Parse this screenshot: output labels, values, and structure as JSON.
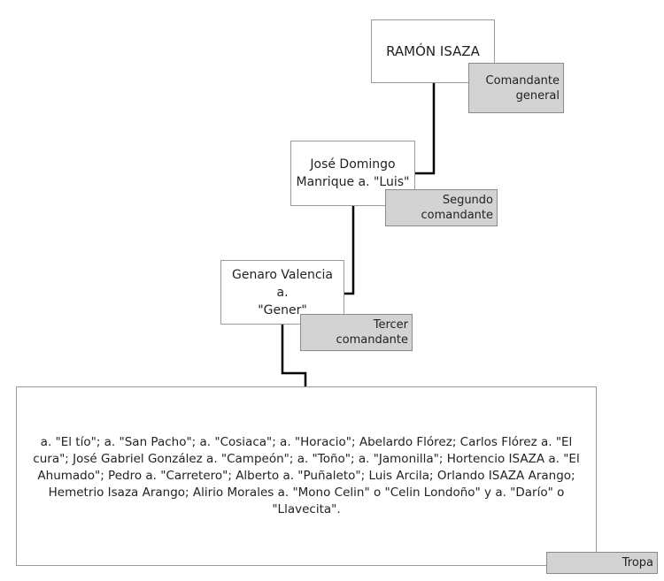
{
  "diagram": {
    "nodes": [
      {
        "id": "isaza",
        "name": "RAMÓN ISAZA",
        "role": "Comandante\ngeneral"
      },
      {
        "id": "luis",
        "name": "José Domingo\nManrique a. \"Luis\"",
        "role": "Segundo\ncomandante"
      },
      {
        "id": "gener",
        "name": "Genaro Valencia a.\n\"Gener\"",
        "role": "Tercer\ncomandante"
      },
      {
        "id": "tropa",
        "name": "a. \"El tío\"; a. \"San Pacho\"; a. \"Cosiaca\"; a. \"Horacio\"; Abelardo Flórez; Carlos Flórez a. \"El cura\"; José Gabriel González a. \"Campeón\"; a. \"Toño\"; a. \"Jamonilla\"; Hortencio ISAZA a. \"El Ahumado\"; Pedro a. \"Carretero\"; Alberto  a. \"Puñaleto\";  Luis  Arcila; Orlando ISAZA Arango; Hemetrio Isaza Arango; Alirio Morales a. \"Mono Celin\" o \"Celin Londoño\" y a. \"Darío\" o \"Llavecita\".",
        "role": "Tropa"
      }
    ],
    "edges": [
      {
        "from": "isaza",
        "to": "luis"
      },
      {
        "from": "luis",
        "to": "gener"
      },
      {
        "from": "gener",
        "to": "tropa"
      }
    ],
    "colors": {
      "node_fill": "#ffffff",
      "node_border": "#9a9a9a",
      "label_fill": "#d3d3d3",
      "connector": "#000000"
    }
  }
}
